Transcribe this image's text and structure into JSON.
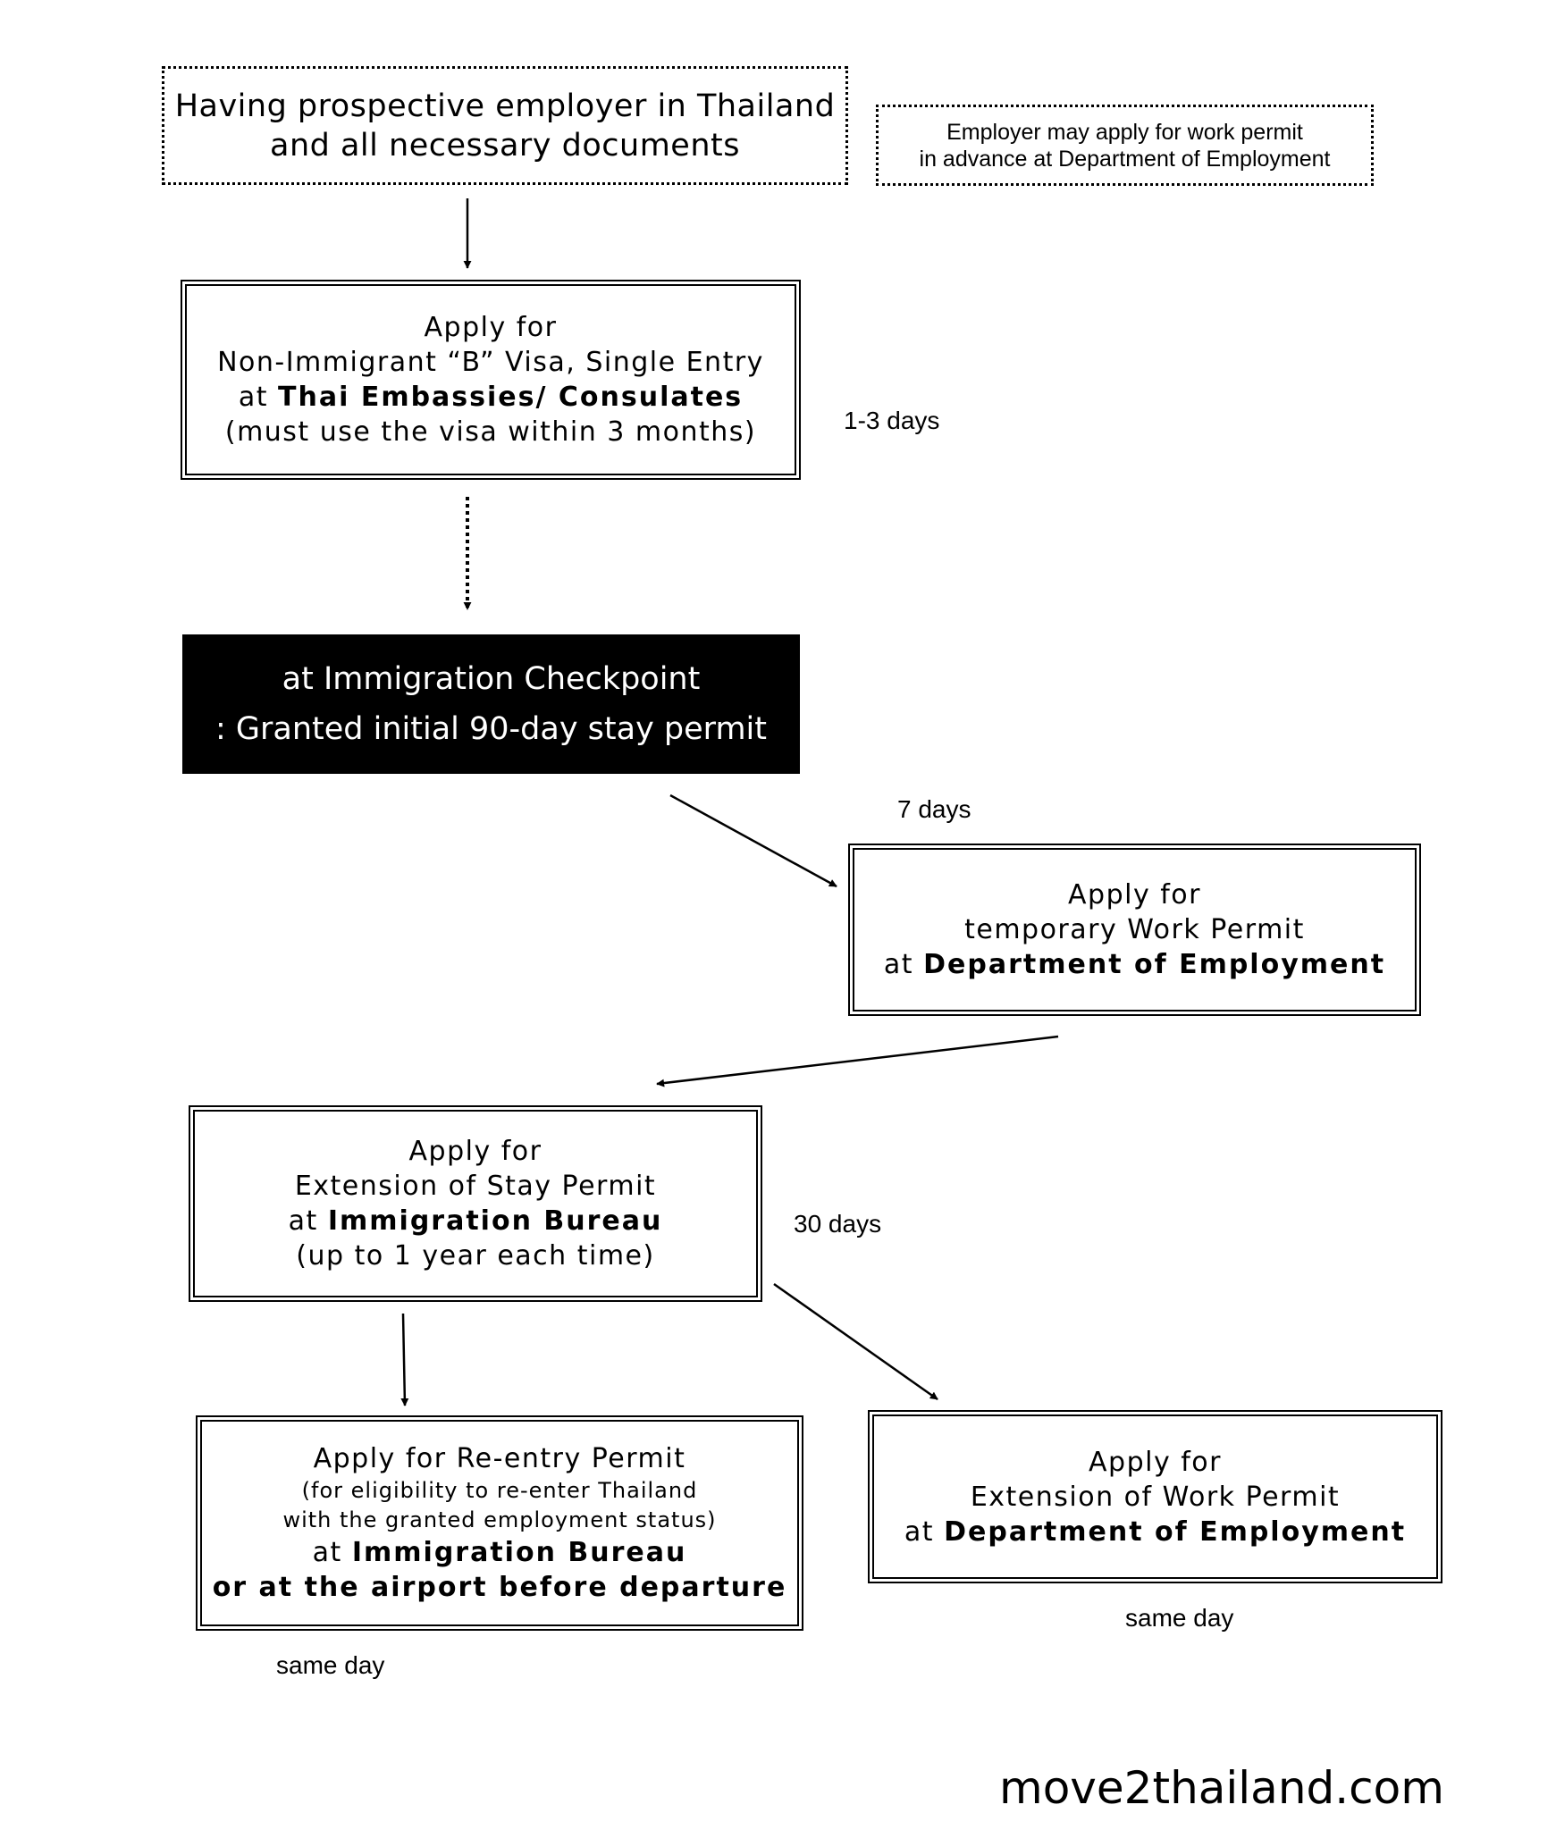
{
  "start_box": {
    "line1": "Having prospective employer in Thailand",
    "line2": "and all necessary documents"
  },
  "note_box": {
    "line1": "Employer may apply for work permit",
    "line2": "in advance at Department of Employment"
  },
  "visa_box": {
    "line1": "Apply for",
    "line2": "Non-Immigrant “B” Visa, Single Entry",
    "line3_prefix": "at",
    "line3_bold": "Thai Embassies/ Consulates",
    "line4": "(must use the visa within 3 months)"
  },
  "checkpoint_box": {
    "line1": "at Immigration Checkpoint",
    "line2": ": Granted initial 90-day stay permit"
  },
  "temp_work_box": {
    "line1": "Apply for",
    "line2": "temporary Work Permit",
    "line3_prefix": "at",
    "line3_bold": "Department of Employment"
  },
  "extension_stay_box": {
    "line1": "Apply for",
    "line2": "Extension of Stay Permit",
    "line3_prefix": "at",
    "line3_bold": "Immigration Bureau",
    "line4": "(up to 1 year each time)"
  },
  "reentry_box": {
    "line1": "Apply for Re-entry Permit",
    "line2": "(for eligibility to re-enter Thailand",
    "line3": "with the granted employment status)",
    "line4_prefix": "at",
    "line4_bold": "Immigration Bureau",
    "line5_bold": "or at the airport before departure"
  },
  "extension_work_box": {
    "line1": "Apply for",
    "line2": "Extension of Work Permit",
    "line3_prefix": "at",
    "line3_bold": "Department of Employment"
  },
  "durations": {
    "visa": "1-3 days",
    "work_permit": "7 days",
    "stay_extension": "30 days",
    "reentry": "same day",
    "work_extension": "same day"
  },
  "brand": "move2thailand.com"
}
